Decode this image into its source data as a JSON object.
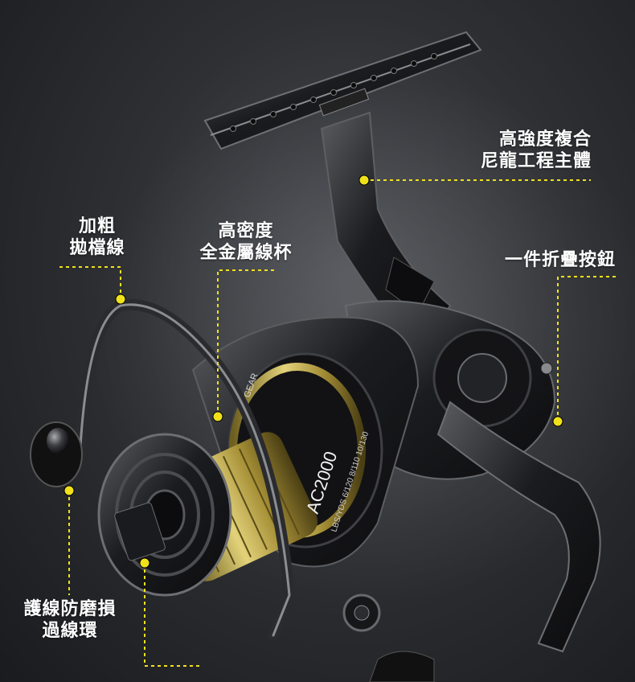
{
  "callouts": {
    "nylon_body": {
      "line1": "高強度複合",
      "line2": "尼龍工程主體"
    },
    "line_bail": {
      "line1": "加粗",
      "line2": "拋檔線"
    },
    "spool": {
      "line1": "高密度",
      "line2": "全金屬線杯"
    },
    "folding_button": {
      "line1": "一件折疊按鈕"
    },
    "line_guard": {
      "line1": "護線防磨損",
      "line2": "過線環"
    }
  },
  "reel_markings": {
    "model": "AC2000",
    "gear_text": "GEAR",
    "spec_text": "LBS/YDS 6/120 8/110 10/130"
  },
  "colors": {
    "accent": "#f0e11a",
    "background": "#2e3034",
    "spool_gold": "#c9b24a"
  }
}
